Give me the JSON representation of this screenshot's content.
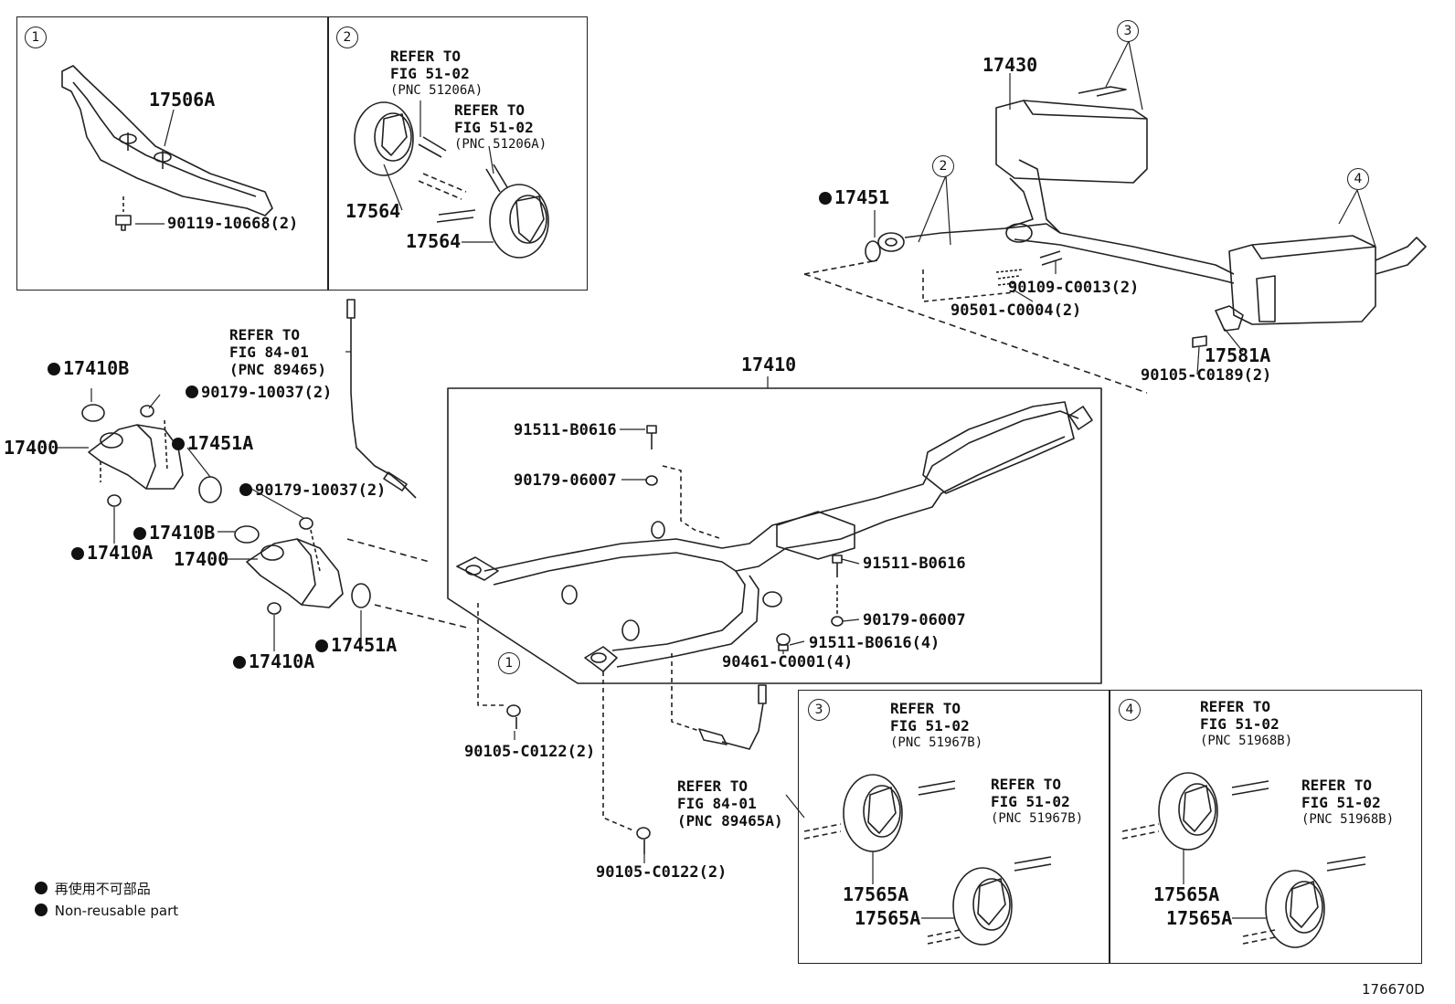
{
  "inset1": {
    "num": "1",
    "part_bracket": "17506A",
    "part_bolt": "90119-10668(2)"
  },
  "inset2": {
    "num": "2",
    "ref1": {
      "l1": "REFER TO",
      "l2": "FIG 51-02",
      "pnc": "(PNC 51206A)"
    },
    "ref2": {
      "l1": "REFER TO",
      "l2": "FIG 51-02",
      "pnc": "(PNC 51206A)"
    },
    "part_a": "17564",
    "part_b": "17564"
  },
  "upper_right": {
    "muffler": "17430",
    "callout3": "3",
    "callout2": "2",
    "callout4": "4",
    "gasket": "17451",
    "bolt": "90109-C0013(2)",
    "spring": "90501-C0004(2)",
    "bracket": "17581A",
    "bracket_bolt": "90105-C0189(2)"
  },
  "sensor_ref_top": {
    "l1": "REFER TO",
    "l2": "FIG 84-01",
    "l3": "(PNC 89465)"
  },
  "left": {
    "gasket_b1": "17410B",
    "nut1": "90179-10037(2)",
    "conv1": "17400",
    "gasket_a1": "17451A",
    "nut_a1": "17410A",
    "nut2": "90179-10037(2)",
    "gasket_b2": "17410B",
    "conv2": "17400",
    "gasket_a2": "17451A",
    "nut_a2": "17410A"
  },
  "main": {
    "assembly": "17410",
    "bolt1": "91511-B0616",
    "nut1": "90179-06007",
    "bolt2": "91511-B0616",
    "nut2": "90179-06007",
    "bolt3": "91511-B0616(4)",
    "clamp": "90461-C0001(4)",
    "callout1": "1",
    "bolt_a": "90105-C0122(2)",
    "bolt_b": "90105-C0122(2)"
  },
  "sensor_ref_bottom": {
    "l1": "REFER TO",
    "l2": "FIG 84-01",
    "l3": "(PNC 89465A)"
  },
  "inset3": {
    "num": "3",
    "ref1": {
      "l1": "REFER TO",
      "l2": "FIG 51-02",
      "pnc": "(PNC 51967B)"
    },
    "ref2": {
      "l1": "REFER TO",
      "l2": "FIG 51-02",
      "pnc": "(PNC 51967B)"
    },
    "part_a": "17565A",
    "part_b": "17565A"
  },
  "inset4": {
    "num": "4",
    "ref1": {
      "l1": "REFER TO",
      "l2": "FIG 51-02",
      "pnc": "(PNC 51968B)"
    },
    "ref2": {
      "l1": "REFER TO",
      "l2": "FIG 51-02",
      "pnc": "(PNC 51968B)"
    },
    "part_a": "17565A",
    "part_b": "17565A"
  },
  "legend": {
    "jp": "再使用不可部品",
    "en": "Non-reusable part"
  },
  "figure_id": "176670D"
}
